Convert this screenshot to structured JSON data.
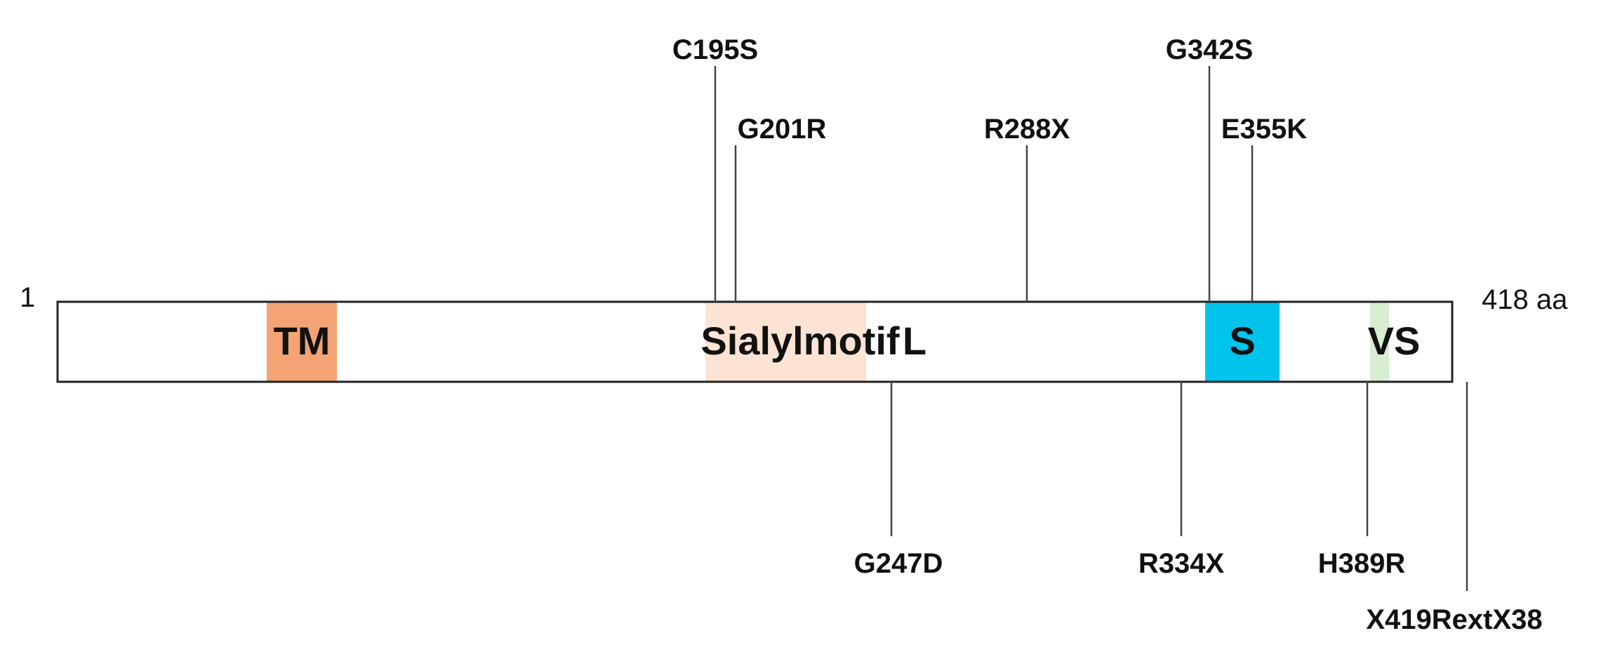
{
  "protein": {
    "start_label": "1",
    "end_label": "418 aa",
    "length": 418
  },
  "domains": [
    {
      "id": "tm",
      "label": "TM",
      "color": "#f4a375"
    },
    {
      "id": "sialylmotif",
      "label": "Sialylmotif",
      "color": "#fde3d3"
    },
    {
      "id": "l",
      "label": "L",
      "color": null
    },
    {
      "id": "s",
      "label": "S",
      "color": "#00c4ec"
    },
    {
      "id": "vs",
      "label": "VS",
      "color": "#d6edd2"
    }
  ],
  "mutations_above": [
    {
      "label": "C195S"
    },
    {
      "label": "G201R"
    },
    {
      "label": "R288X"
    },
    {
      "label": "G342S"
    },
    {
      "label": "E355K"
    }
  ],
  "mutations_below": [
    {
      "label": "G247D"
    },
    {
      "label": "R334X"
    },
    {
      "label": "H389R"
    },
    {
      "label": "X419RextX38"
    }
  ]
}
